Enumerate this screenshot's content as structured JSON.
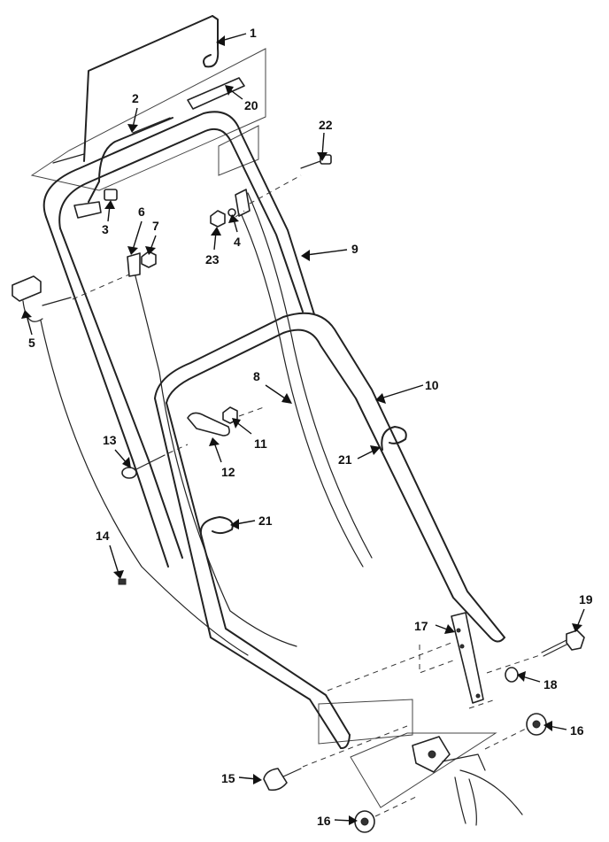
{
  "callouts": {
    "c1": "1",
    "c2": "2",
    "c3": "3",
    "c4": "4",
    "c5": "5",
    "c6": "6",
    "c7": "7",
    "c8": "8",
    "c9": "9",
    "c10": "10",
    "c11": "11",
    "c12": "12",
    "c13": "13",
    "c14": "14",
    "c15": "15",
    "c16a": "16",
    "c16b": "16",
    "c17": "17",
    "c18": "18",
    "c19": "19",
    "c20": "20",
    "c21a": "21",
    "c21b": "21",
    "c22": "22",
    "c23": "23"
  }
}
